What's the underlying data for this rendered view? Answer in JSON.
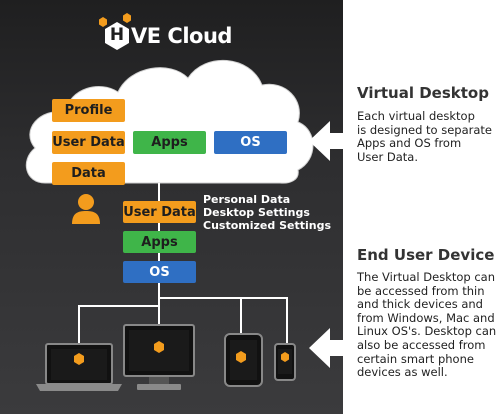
{
  "logo": {
    "letter": "H",
    "text": "VE Cloud"
  },
  "cloud": {
    "profile": "Profile",
    "user_data": "User Data",
    "apps": "Apps",
    "os": "OS",
    "data": "Data"
  },
  "stack": {
    "user_data": "User Data",
    "apps": "Apps",
    "os": "OS",
    "info_lines": [
      "Personal Data",
      "Desktop Settings",
      "Customized Settings"
    ]
  },
  "virtual_desktop": {
    "title": "Virtual Desktop",
    "lines": [
      "Each virtual desktop",
      "is designed to separate",
      "Apps and OS from",
      "User Data."
    ]
  },
  "end_user_device": {
    "title": "End User Device",
    "lines": [
      "The Virtual Desktop can",
      "be accessed from thin",
      "and thick devices and",
      "from Windows, Mac and",
      "Linux OS's. Desktop can",
      "also be accessed from",
      "certain smart phone",
      "devices as well."
    ]
  },
  "colors": {
    "orange": "#f39c1d",
    "green": "#3fb549",
    "blue": "#2f6fc3",
    "panel_dark": "#2a2a2c"
  },
  "icons": [
    "hex-logo-icon",
    "user-icon",
    "laptop-icon",
    "monitor-icon",
    "tablet-icon",
    "phone-icon",
    "arrow-left-icon"
  ]
}
